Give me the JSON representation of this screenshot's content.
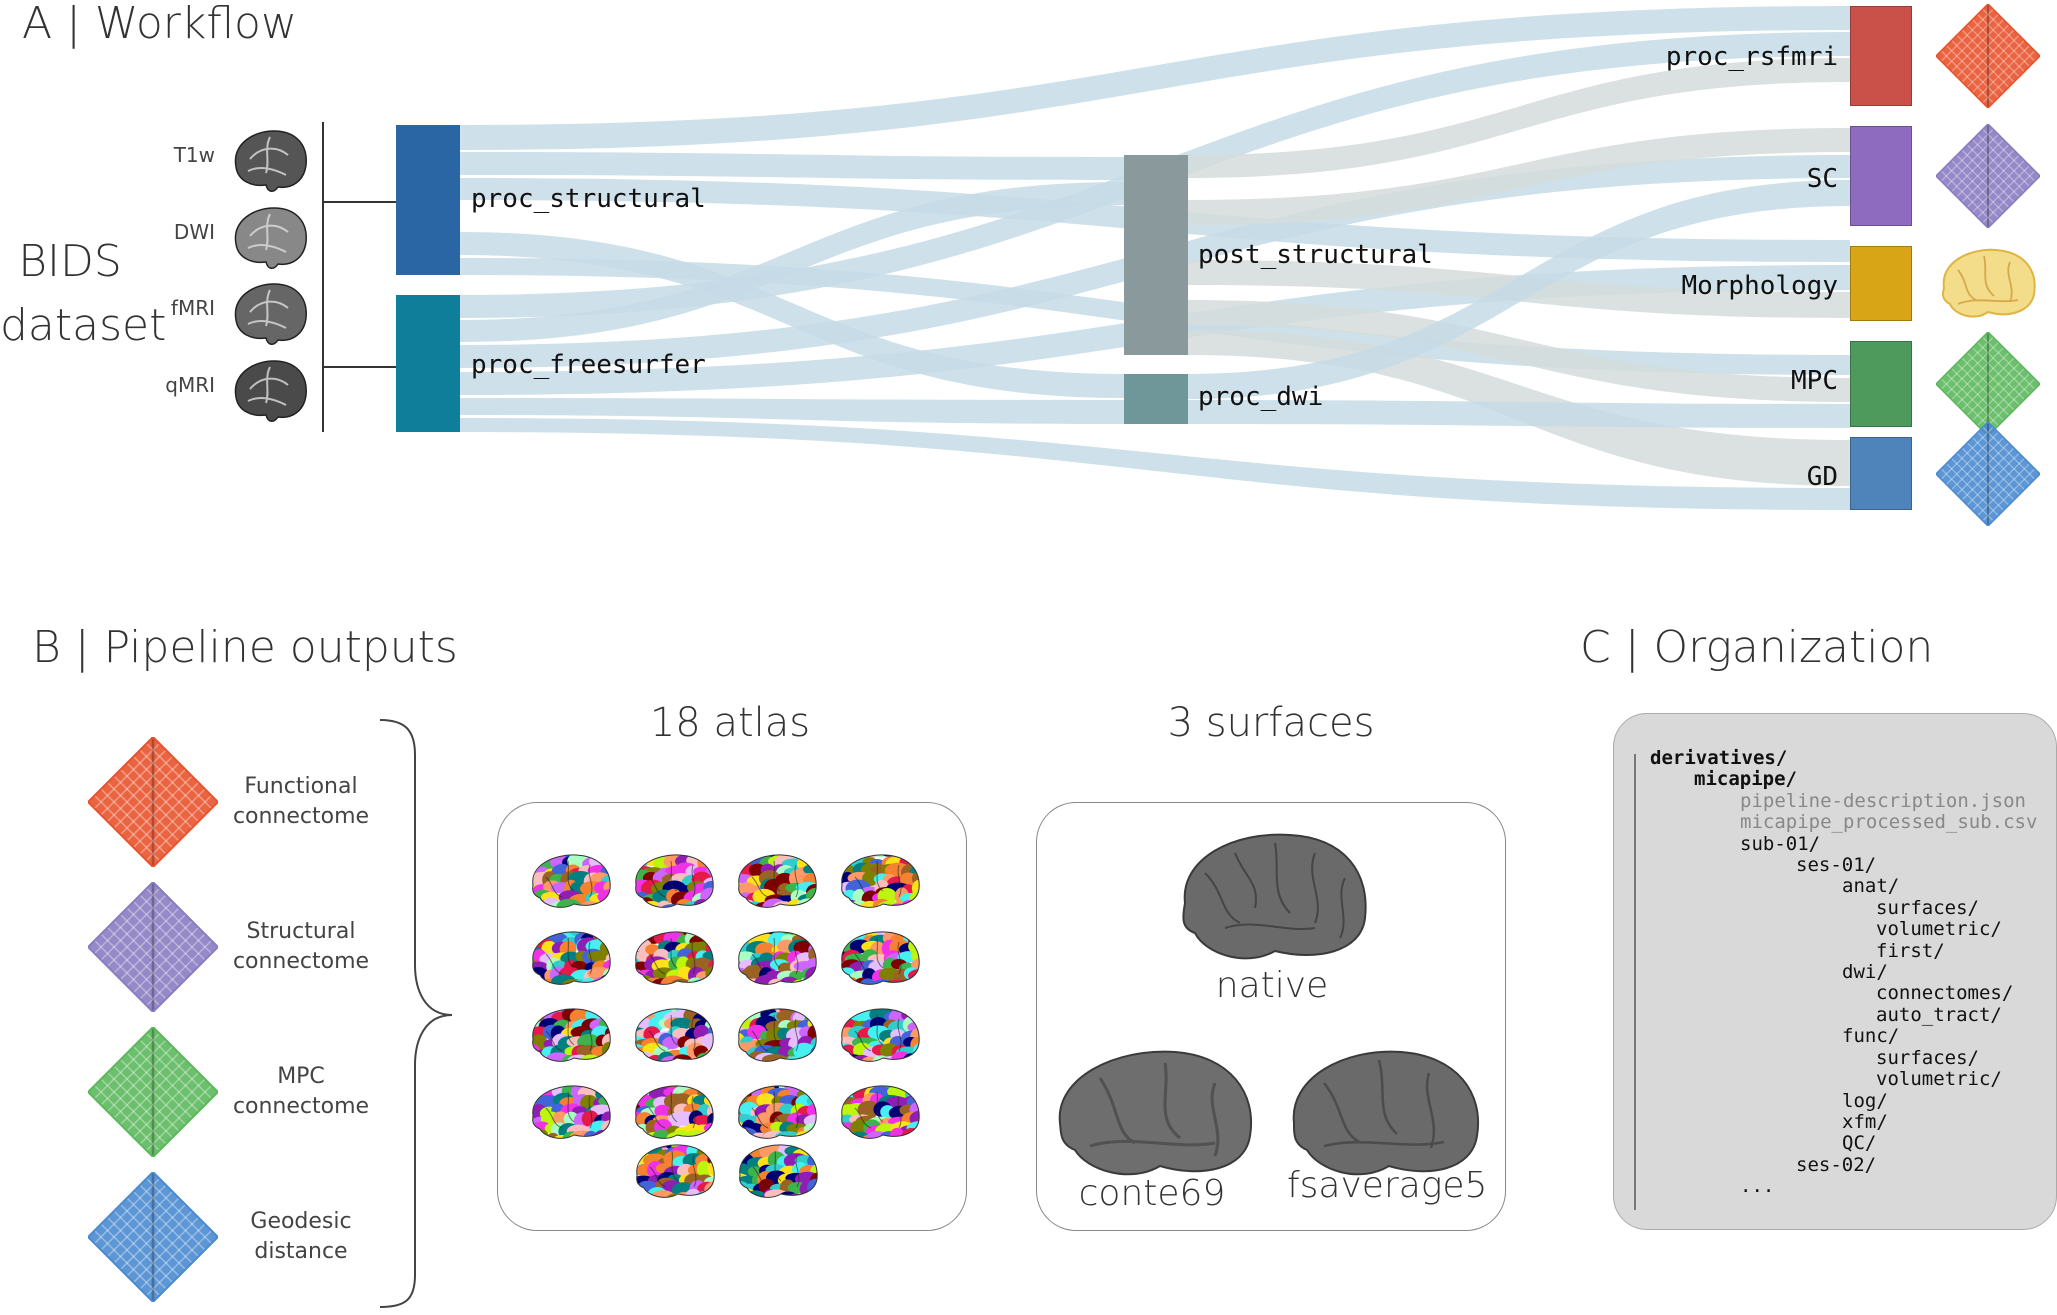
{
  "panelA": {
    "title": "A | Workflow",
    "bids": [
      "BIDS",
      "dataset"
    ],
    "modalities": [
      {
        "label": "T1w",
        "icon": "brain-sagittal-t1w-icon"
      },
      {
        "label": "DWI",
        "icon": "brain-sagittal-dwi-icon"
      },
      {
        "label": "fMRI",
        "icon": "brain-sagittal-fmri-icon"
      },
      {
        "label": "qMRI",
        "icon": "brain-sagittal-qmri-icon"
      }
    ],
    "nodes": {
      "proc_structural": {
        "label": "proc_structural",
        "color": "#2a66a3"
      },
      "proc_freesurfer": {
        "label": "proc_freesurfer",
        "color": "#0f7e9b"
      },
      "post_structural": {
        "label": "post_structural",
        "color": "#8a9a9c"
      },
      "proc_dwi": {
        "label": "proc_dwi",
        "color": "#6f9699"
      }
    },
    "outputs": [
      {
        "label": "proc_rsfmri",
        "color": "#c9514a",
        "matrix_color": "#e8532d"
      },
      {
        "label": "SC",
        "color": "#8e6bbf",
        "matrix_color": "#8a7cc2"
      },
      {
        "label": "Morphology",
        "color": "#d7a515",
        "matrix_color": "#e0b440"
      },
      {
        "label": "MPC",
        "color": "#4e9a5c",
        "matrix_color": "#5cb85c"
      },
      {
        "label": "GD",
        "color": "#4f84bb",
        "matrix_color": "#4a8bd0"
      }
    ],
    "flow_colors": {
      "blue": "#c6dbe6",
      "grey": "#d5dcdc"
    }
  },
  "panelB": {
    "title": "B | Pipeline outputs",
    "connectomes": [
      {
        "label_lines": [
          "Functional",
          "connectome"
        ],
        "color": "#e8532d"
      },
      {
        "label_lines": [
          "Structural",
          "connectome"
        ],
        "color": "#8a7cc2"
      },
      {
        "label_lines": [
          "MPC",
          "connectome"
        ],
        "color": "#5cb85c"
      },
      {
        "label_lines": [
          "Geodesic",
          "distance"
        ],
        "color": "#4a8bd0"
      }
    ],
    "atlas_title": "18 atlas",
    "surfaces_title": "3 surfaces",
    "surfaces": [
      "native",
      "conte69",
      "fsaverage5"
    ]
  },
  "panelC": {
    "title": "C | Organization",
    "tree": [
      {
        "indent": 0,
        "text": "derivatives/",
        "style": "bold"
      },
      {
        "indent": 1,
        "text": "micapipe/",
        "style": "bold"
      },
      {
        "indent": 2,
        "text": "pipeline-description.json",
        "style": "grey"
      },
      {
        "indent": 2,
        "text": "micapipe_processed_sub.csv",
        "style": "grey"
      },
      {
        "indent": 2,
        "text": "sub-01/",
        "style": ""
      },
      {
        "indent": 3,
        "text": "ses-01/",
        "style": ""
      },
      {
        "indent": 4,
        "text": "anat/",
        "style": ""
      },
      {
        "indent": 5,
        "text": "surfaces/",
        "style": ""
      },
      {
        "indent": 5,
        "text": "volumetric/",
        "style": ""
      },
      {
        "indent": 5,
        "text": "first/",
        "style": ""
      },
      {
        "indent": 4,
        "text": "dwi/",
        "style": ""
      },
      {
        "indent": 5,
        "text": "connectomes/",
        "style": ""
      },
      {
        "indent": 5,
        "text": "auto_tract/",
        "style": ""
      },
      {
        "indent": 4,
        "text": "func/",
        "style": ""
      },
      {
        "indent": 5,
        "text": "surfaces/",
        "style": ""
      },
      {
        "indent": 5,
        "text": "volumetric/",
        "style": ""
      },
      {
        "indent": 4,
        "text": "log/",
        "style": ""
      },
      {
        "indent": 4,
        "text": "xfm/",
        "style": ""
      },
      {
        "indent": 4,
        "text": "QC/",
        "style": ""
      },
      {
        "indent": 3,
        "text": "ses-02/",
        "style": ""
      },
      {
        "indent": 2,
        "text": "...",
        "style": ""
      }
    ]
  }
}
